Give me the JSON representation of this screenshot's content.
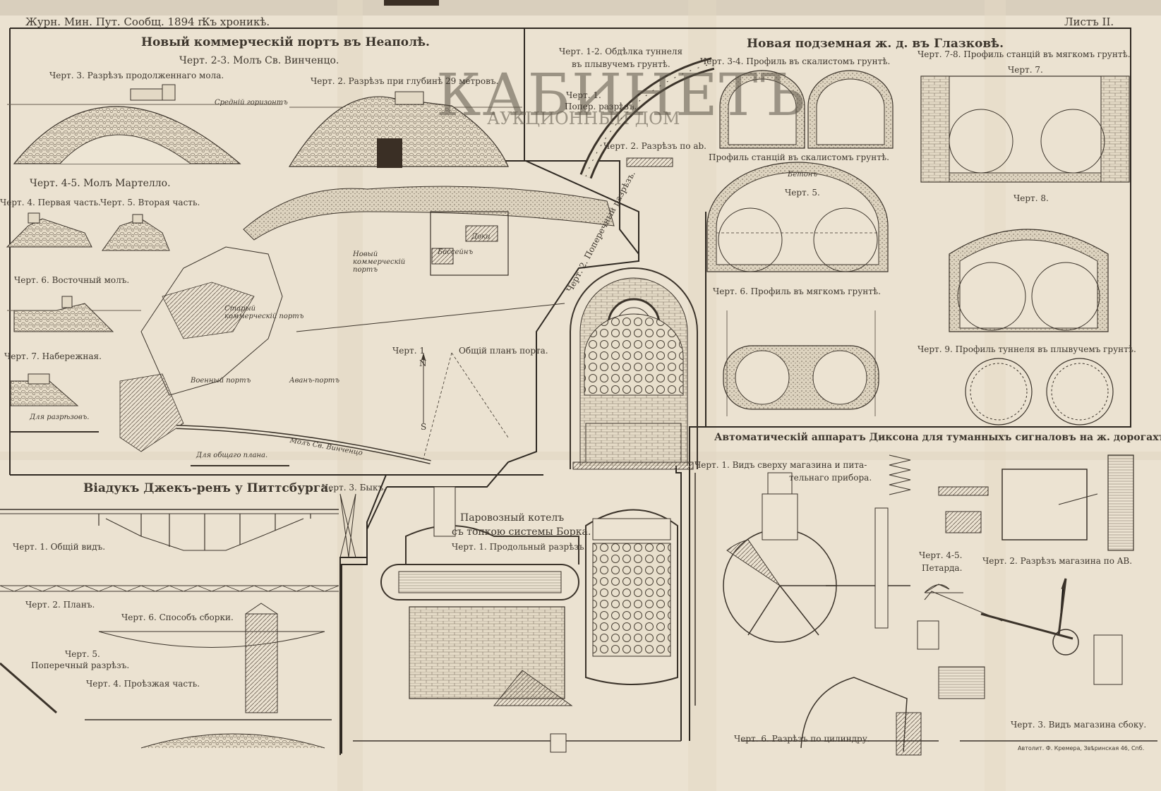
{
  "header": {
    "journal": "Журн. Мин. Пут. Сообщ. 1894 г.",
    "section": "Къ хроникѣ.",
    "sheet": "Листъ II."
  },
  "watermark": {
    "main": "КАБИНЕТЪ",
    "sub": "АУКЦИОННЫЙ ДОМ"
  },
  "naples": {
    "title": "Новый коммерческій портъ въ Неаполѣ.",
    "sub1": "Черт. 2-3. Молъ Св. Винченцо.",
    "fig3": "Черт. 3. Разрѣзъ продолженнаго мола.",
    "fig2": "Черт. 2. Разрѣзъ при глубинѣ 29 метровъ.",
    "fig45": "Черт. 4-5. Молъ Мартелло.",
    "fig4": "Черт. 4. Первая часть.",
    "fig5": "Черт. 5. Вторая часть.",
    "fig6": "Черт. 6. Восточный молъ.",
    "fig7": "Черт. 7. Набережная.",
    "fig1": "Черт. 1",
    "plan": "Общій планъ порта.",
    "scale_cuts": "Для разрѣзовъ.",
    "scale_plan": "Для общаго плана.",
    "old_port": "Старый коммерческій портъ",
    "new_port": "Новый коммерческій портъ",
    "military_port": "Военный портъ",
    "avant_port": "Аванъ-портъ",
    "docks": "Доки",
    "basin": "Бассейнъ",
    "mole": "Молъ Св. Винченцо",
    "north": "N",
    "south": "S",
    "sea_level": "Средній горизонтъ"
  },
  "glazkovo": {
    "title": "Новая подземная ж. д. въ Глазковѣ.",
    "fig12": "Черт. 1-2. Обдѣлка туннеля",
    "fig12b": "въ плывучемъ грунтѣ.",
    "fig1": "Черт. 1.",
    "fig1b": "Попер. разрѣзъ.",
    "fig2": "Черт. 2. Разрѣзъ по ab.",
    "fig34": "Черт. 3-4. Профиль въ скалистомъ грунтѣ.",
    "stations_rock": "Профиль станцій въ скалистомъ грунтѣ.",
    "fig5": "Черт. 5.",
    "fig6": "Черт. 6. Профиль въ мягкомъ грунтѣ.",
    "fig78": "Черт. 7-8. Профиль станцій въ мягкомъ грунтѣ.",
    "fig7": "Черт. 7.",
    "fig8": "Черт. 8.",
    "fig9": "Черт. 9. Профиль туннеля въ плывучемъ грунтѣ.",
    "concrete": "Бетонъ"
  },
  "boiler_cross": {
    "title": "Черт. 2. Поперечный разрѣзъ."
  },
  "viaduct": {
    "title": "Віадукъ Джекъ-ренъ у Питтсбурга.",
    "fig3": "Черт. 3. Быкъ.",
    "fig1": "Черт. 1. Общій видъ.",
    "fig2": "Черт. 2. Планъ.",
    "fig6": "Черт. 6. Способъ сборки.",
    "fig5": "Черт. 5.",
    "fig5b": "Поперечный разрѣзъ.",
    "fig4": "Черт. 4. Проѣзжая часть."
  },
  "boiler": {
    "title1": "Паровозный котелъ",
    "title2": "съ топкою системы Борка.",
    "fig1": "Черт. 1. Продольный разрѣзъ."
  },
  "dixon": {
    "title": "Автоматическій аппаратъ Диксона для туманныхъ сигналовъ на ж. дорогахъ.",
    "fig1": "Черт. 1. Видъ сверху магазина и пита-",
    "fig1b": "тельнаго прибора.",
    "fig45": "Черт. 4-5.",
    "fig45b": "Петарда.",
    "fig2": "Черт. 2. Разрѣзъ магазина по AB.",
    "fig6": "Черт. 6. Разрѣзъ по цилиндру.",
    "fig3": "Черт. 3. Видъ магазина сбоку."
  },
  "footer": {
    "printer": "Автолит. Ф. Кремера, Звѣринская 46, Спб."
  }
}
